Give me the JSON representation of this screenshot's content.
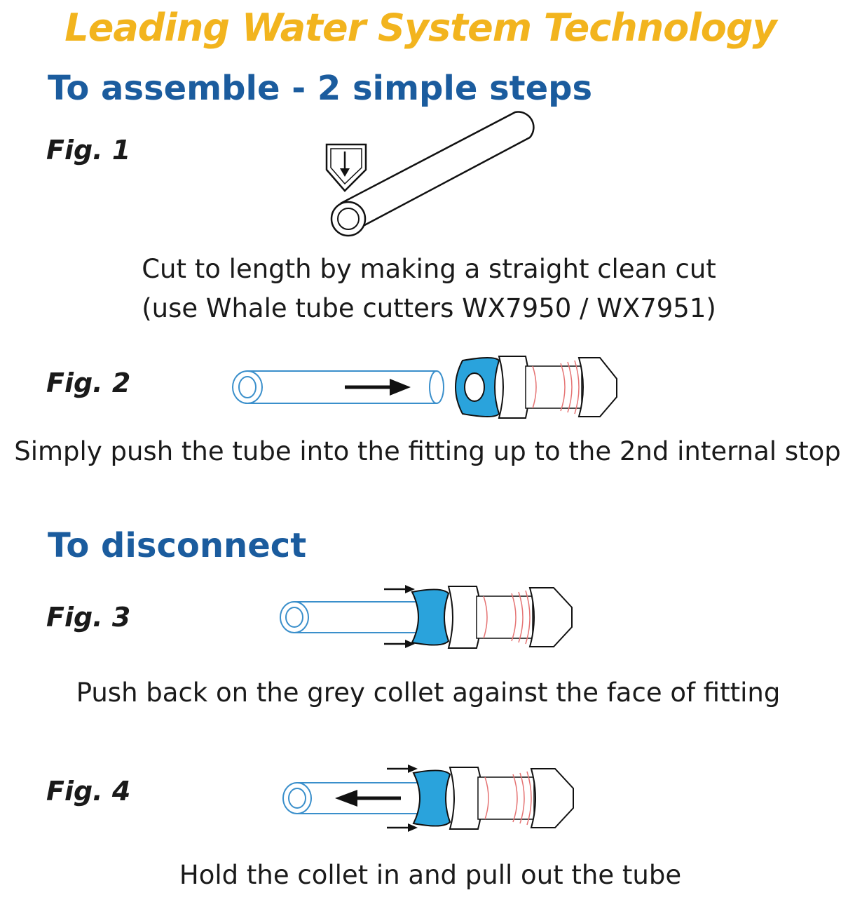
{
  "title": "Leading Water System Technology",
  "assemble": {
    "heading": "To assemble - 2 simple steps",
    "fig1": {
      "label": "Fig. 1",
      "caption_line1": "Cut to length by making a straight clean cut",
      "caption_line2": "(use Whale tube cutters WX7950 / WX7951)"
    },
    "fig2": {
      "label": "Fig. 2",
      "caption": "Simply push the tube into the fitting up to the 2nd internal stop"
    }
  },
  "disconnect": {
    "heading": "To disconnect",
    "fig3": {
      "label": "Fig. 3",
      "caption": "Push back on the grey collet against the face of fitting"
    },
    "fig4": {
      "label": "Fig. 4",
      "caption": "Hold the collet in and pull out the tube"
    }
  },
  "colors": {
    "title": "#F2B41E",
    "heading": "#1B5C9E",
    "tube_outline": "#3A8FCB",
    "collet": "#2AA3DC",
    "fitting_red": "#E57373"
  }
}
